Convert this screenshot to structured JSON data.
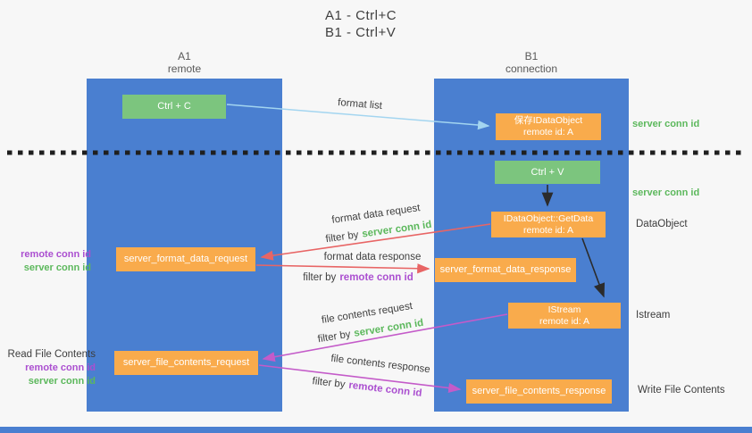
{
  "colors": {
    "column_blue": "#4a7fd0",
    "box_green": "#7cc57e",
    "box_orange": "#f9ab4c",
    "label_green": "#5cb85c",
    "label_purple": "#ab4fd0",
    "arrow_red": "#e86565",
    "arrow_magenta": "#c45bc9",
    "arrow_lightblue": "#a3d5f0",
    "arrow_black": "#2b2b2b"
  },
  "title": {
    "line1": "A1 - Ctrl+C",
    "line2": "B1 - Ctrl+V"
  },
  "columns": {
    "a1": {
      "id": "A1",
      "name": "remote"
    },
    "b1": {
      "id": "B1",
      "name": "connection"
    }
  },
  "boxes": {
    "ctrl_c": {
      "label": "Ctrl + C"
    },
    "save_dataobject": {
      "line1": "保存IDataObject",
      "line2": "remote id: A"
    },
    "ctrl_v": {
      "label": "Ctrl + V"
    },
    "getdata": {
      "line1": "IDataObject::GetData",
      "line2": "remote id: A"
    },
    "format_request": {
      "label": "server_format_data_request"
    },
    "format_response": {
      "label": "server_format_data_response"
    },
    "istream": {
      "line1": "IStream",
      "line2": "remote id: A"
    },
    "file_request": {
      "label": "server_file_contents_request"
    },
    "file_response": {
      "label": "server_file_contents_response"
    }
  },
  "side_labels": {
    "server_conn_top": "server conn id",
    "server_conn_mid": "server conn id",
    "dataobject": "DataObject",
    "istream": "Istream",
    "write_file": "Write File Contents",
    "read_file": "Read File Contents",
    "remote_conn_1": "remote conn id",
    "server_conn_1": "server conn id",
    "remote_conn_2": "remote conn id",
    "server_conn_2": "server conn id"
  },
  "arrow_labels": {
    "format_list": "format list",
    "format_data_request": "format data request",
    "format_data_response": "format data response",
    "file_contents_request": "file contents request",
    "file_contents_response": "file contents response",
    "filter_by": "filter by",
    "server_conn_id": "server conn id",
    "remote_conn_id": "remote conn id"
  }
}
